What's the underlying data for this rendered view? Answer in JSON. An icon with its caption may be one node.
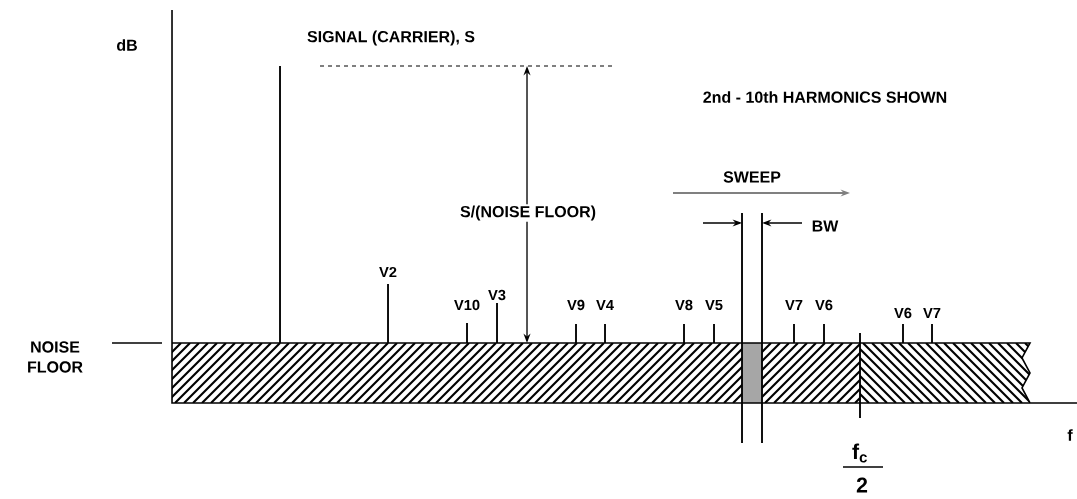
{
  "diagram": {
    "labels": [
      "dB",
      "SIGNAL (CARRIER), S",
      "2nd - 10th HARMONICS SHOWN",
      "SWEEP",
      "S/(NOISE FLOOR)",
      "BW",
      "V2",
      "V10",
      "V3",
      "V9",
      "V4",
      "V8",
      "V5",
      "V7",
      "V6",
      "V6",
      "V7",
      "NOISE FLOOR",
      "f$_{c}$",
      "2",
      "f"
    ]
  }
}
